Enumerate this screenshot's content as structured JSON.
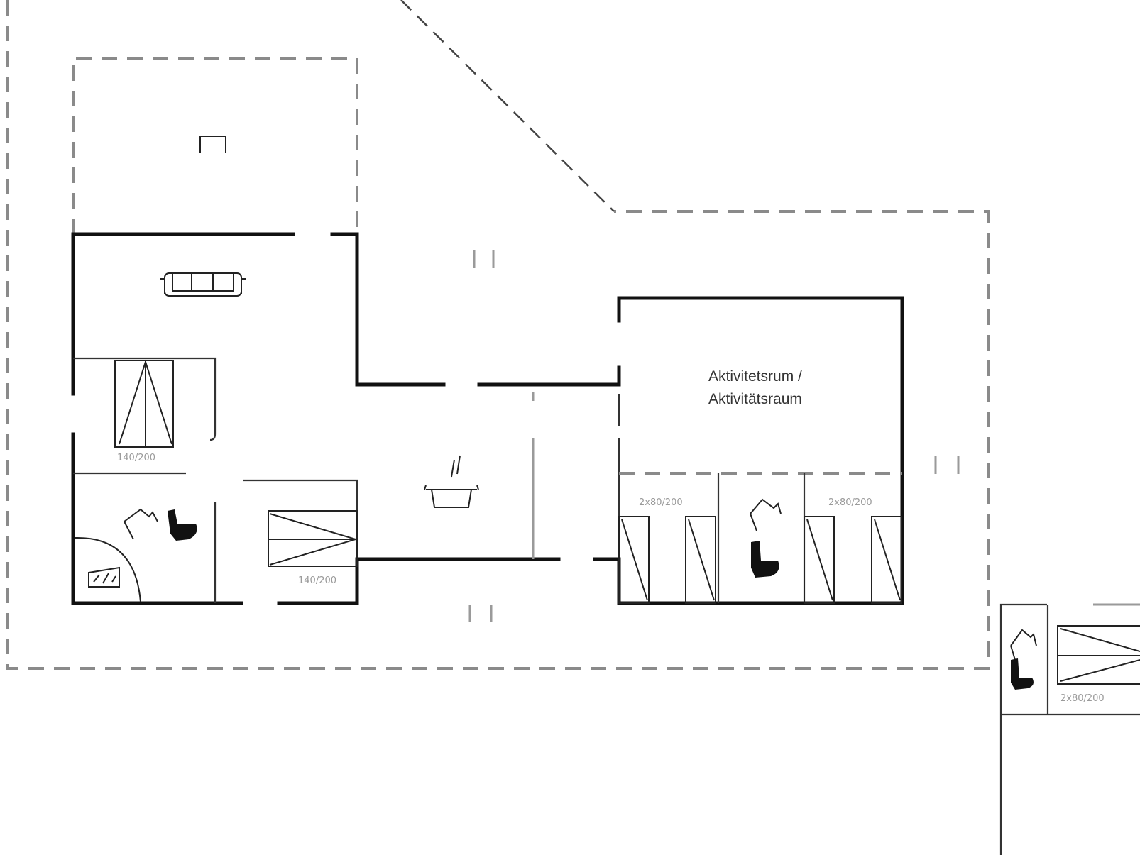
{
  "colors": {
    "walls": "#111111",
    "dashed_outline": "#8a8a8a",
    "labels": "#9a9a9a",
    "background": "#ffffff"
  },
  "icons": [
    "sofa-icon",
    "bed-icon",
    "toilet-icon",
    "sink-icon",
    "shower-icon",
    "kitchen-pot-icon",
    "chimney-icon"
  ],
  "rooms": {
    "activity_room_line1": "Aktivitetsrum /",
    "activity_room_line2": "Aktivitätsraum"
  },
  "beds": {
    "bed_left_top": "140/200",
    "bed_left_bottom": "140/200",
    "bed_activity_left": "2x80/200",
    "bed_activity_right": "2x80/200",
    "bed_annex": "2x80/200"
  }
}
